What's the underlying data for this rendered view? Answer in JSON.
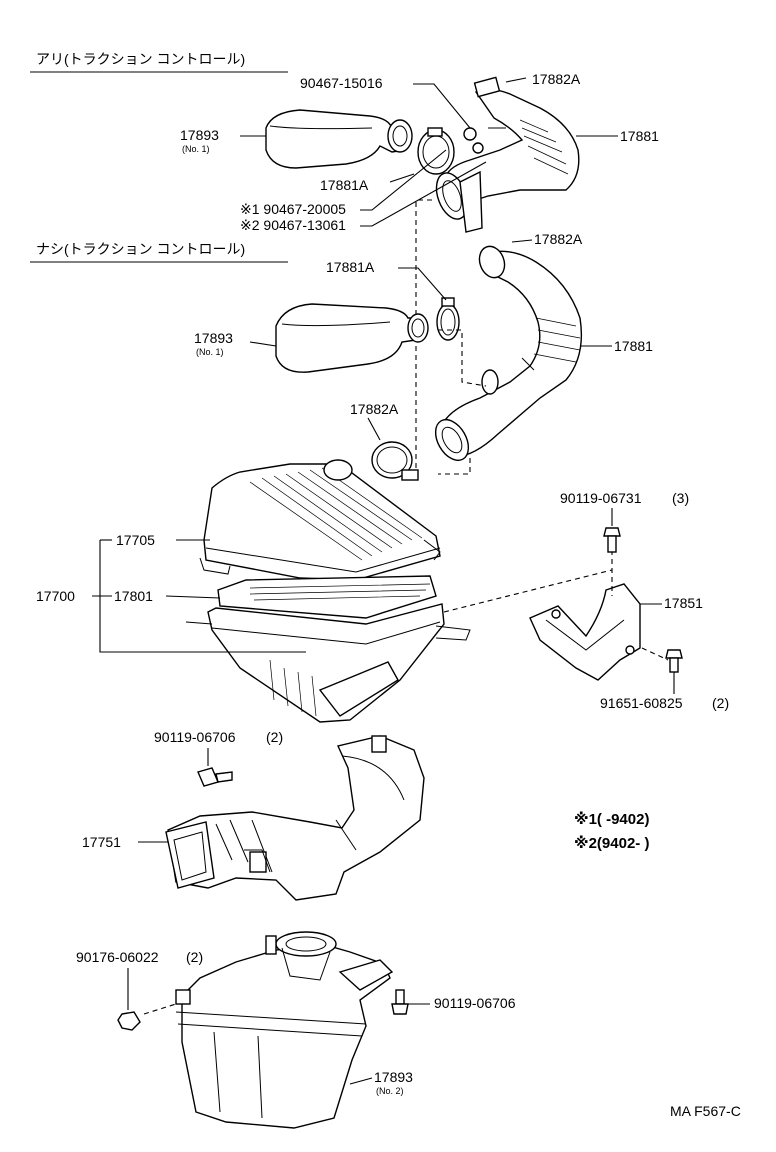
{
  "sections": {
    "with_traction_control": "アリ(トラクション コントロール)",
    "without_traction_control": "ナシ(トラクション コントロール)"
  },
  "labels": {
    "p90467_15016": "90467-15016",
    "p17882A_top": "17882A",
    "p17893_no1_top": "17893",
    "p17893_no1_top_sub": "(No. 1)",
    "p17881_top": "17881",
    "p17881A_top": "17881A",
    "p90467_20005": "※1 90467-20005",
    "p90467_13061": "※2 90467-13061",
    "p17882A_mid": "17882A",
    "p17881A_mid": "17881A",
    "p17893_no1_mid": "17893",
    "p17893_no1_mid_sub": "(No. 1)",
    "p17881_mid": "17881",
    "p17882A_low": "17882A",
    "p90119_06731": "90119-06731",
    "p90119_06731_qty": "(3)",
    "p17705": "17705",
    "p17700": "17700",
    "p17801": "17801",
    "p17851": "17851",
    "p91651_60825": "91651-60825",
    "p91651_60825_qty": "(2)",
    "p90119_06706_a": "90119-06706",
    "p90119_06706_a_qty": "(2)",
    "p17751": "17751",
    "p90176_06022": "90176-06022",
    "p90176_06022_qty": "(2)",
    "p90119_06706_b": "90119-06706",
    "p17893_no2": "17893",
    "p17893_no2_sub": "(No. 2)"
  },
  "notes": {
    "note1": "※1(        -9402)",
    "note2": "※2(9402-          )"
  },
  "figure_code": "MA F567-C"
}
